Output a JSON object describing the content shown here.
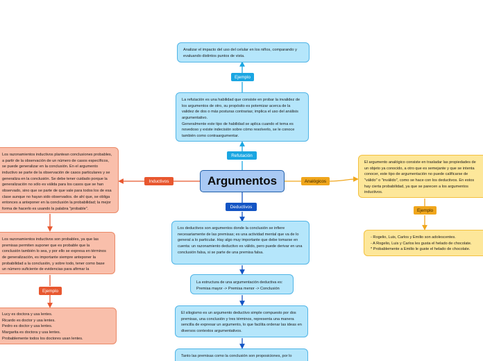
{
  "central": {
    "title": "Argumentos"
  },
  "tags": {
    "ejemplo_top": "Ejemplo",
    "refutacion": "Refutación",
    "deductivos": "Deductivos",
    "inductivos": "Inductivos",
    "analogicos": "Analógicos",
    "ejemplo_left": "Ejemplo",
    "ejemplo_right": "Ejemplo"
  },
  "nodes": {
    "ejemplo_top_text": "Analizar el impacto del uso del celular en los niños, comparando y evaluando distintos puntos de vista.",
    "refutacion_p1": "La refutación es una habilidad que consiste en probar la invalidez de los argumentos de otro, su propósito es potemizar acerca de la validez de dos o más posturas contrarias; implica el uso del análisis argumentativo.",
    "refutacion_p2": "Generalmente este tipo de habilidad se aplica cuando el tema es novedoso y existe indecisión sobre cómo resolverlo, se le conoce también como contraargumentar.",
    "deductivos_text": "Los deductivos son argumentos donde la conclusión se infiere necesariamente de las premisas; es una actividad mental que va de lo general a lo particular. Hay algo muy importante que debe tomarse en cuenta: un razonamiento deductivo es válido, pero puede derivar en una conclusión falsa, si se parte de una premisa falsa.",
    "estructura_text": "La estructura de una argumentación deductiva es: Premisa mayor -> Premisa menor -> Conclusión",
    "silogismo_text": "El silogismo es un argumento deductivo simple compuesto por dos premisas, una conclusión y tres términos, representa una manera sencilla de expresar un argumento, lo que facilita ordenar las ideas en diversos contextos argumentativos.",
    "premisas_text": "Tanto las premisas como la conclusión son proposiciones, por lo",
    "inductivos_text": "Los razonamientos inductivos plantean conclusiones probables, a partir de la observación de un número de casos específicos, se puede generalizar en la conclusión. En el argumento inductivo se parte de la observación de casos particulares y se generaliza en la conclusión. Se debe tener cuidado porque la generalización no sólo es válida para los casos que se han observado, sino que se parte de que vale para todos los de esa clase aunque no hayan sido observados. de ahí que, se obliga entonces a anteponer en la conclusión la probabilidad; la mejor forma de hacerlo es usando la palabra \"probable\".",
    "inductivos2_text": "Los razonamientos inductivos son probables, ya que las premisas permiten suponer que es probable que la conclusión también lo sea, y por ello se expresa en términos de generalización, es importante siempre anteponer la probabilidad a la conclusión, y sobre todo, tener como base un número suficiente de evidencias para afirmar la conclusión.",
    "inductivos_ejemplo_lines": [
      "Lucy es doctora y usa lentes.",
      "Ricardo es doctor y usa lentes.",
      "Pedro es doctor y usa lentes.",
      "Margarita es doctora y usa lentes.",
      "Probablemente todos los doctores usan lentes."
    ],
    "analogicos_text": "El argumento analógico consiste en trasladar las propiedades de un objeto ya conocido, a otro que es semejante y que se intenta conocer, este tipo de argumentación no puede calificarse de \"válido\" o \"inválido\", como se hace con los deductivos. En estos hay cierta probabilidad, ya que se parecen a los argumentos inductivos.",
    "analogicos_ejemplo_lines": [
      "- Rogelio, Luis, Carlos y Emilio son adolescentes.",
      "- A Rogelio, Luis y Carlos les gusta el helado de chocolate.",
      "* Probablemente a Emilio le guste el helado de chocolate."
    ]
  },
  "colors": {
    "blue_fill": "#b5e6fb",
    "blue_stroke": "#4fb4e6",
    "navy": "#1354c4",
    "salmon_fill": "#f9bfab",
    "orange": "#e8572f",
    "yellow_fill": "#fde79a",
    "gold": "#f0a61c"
  }
}
